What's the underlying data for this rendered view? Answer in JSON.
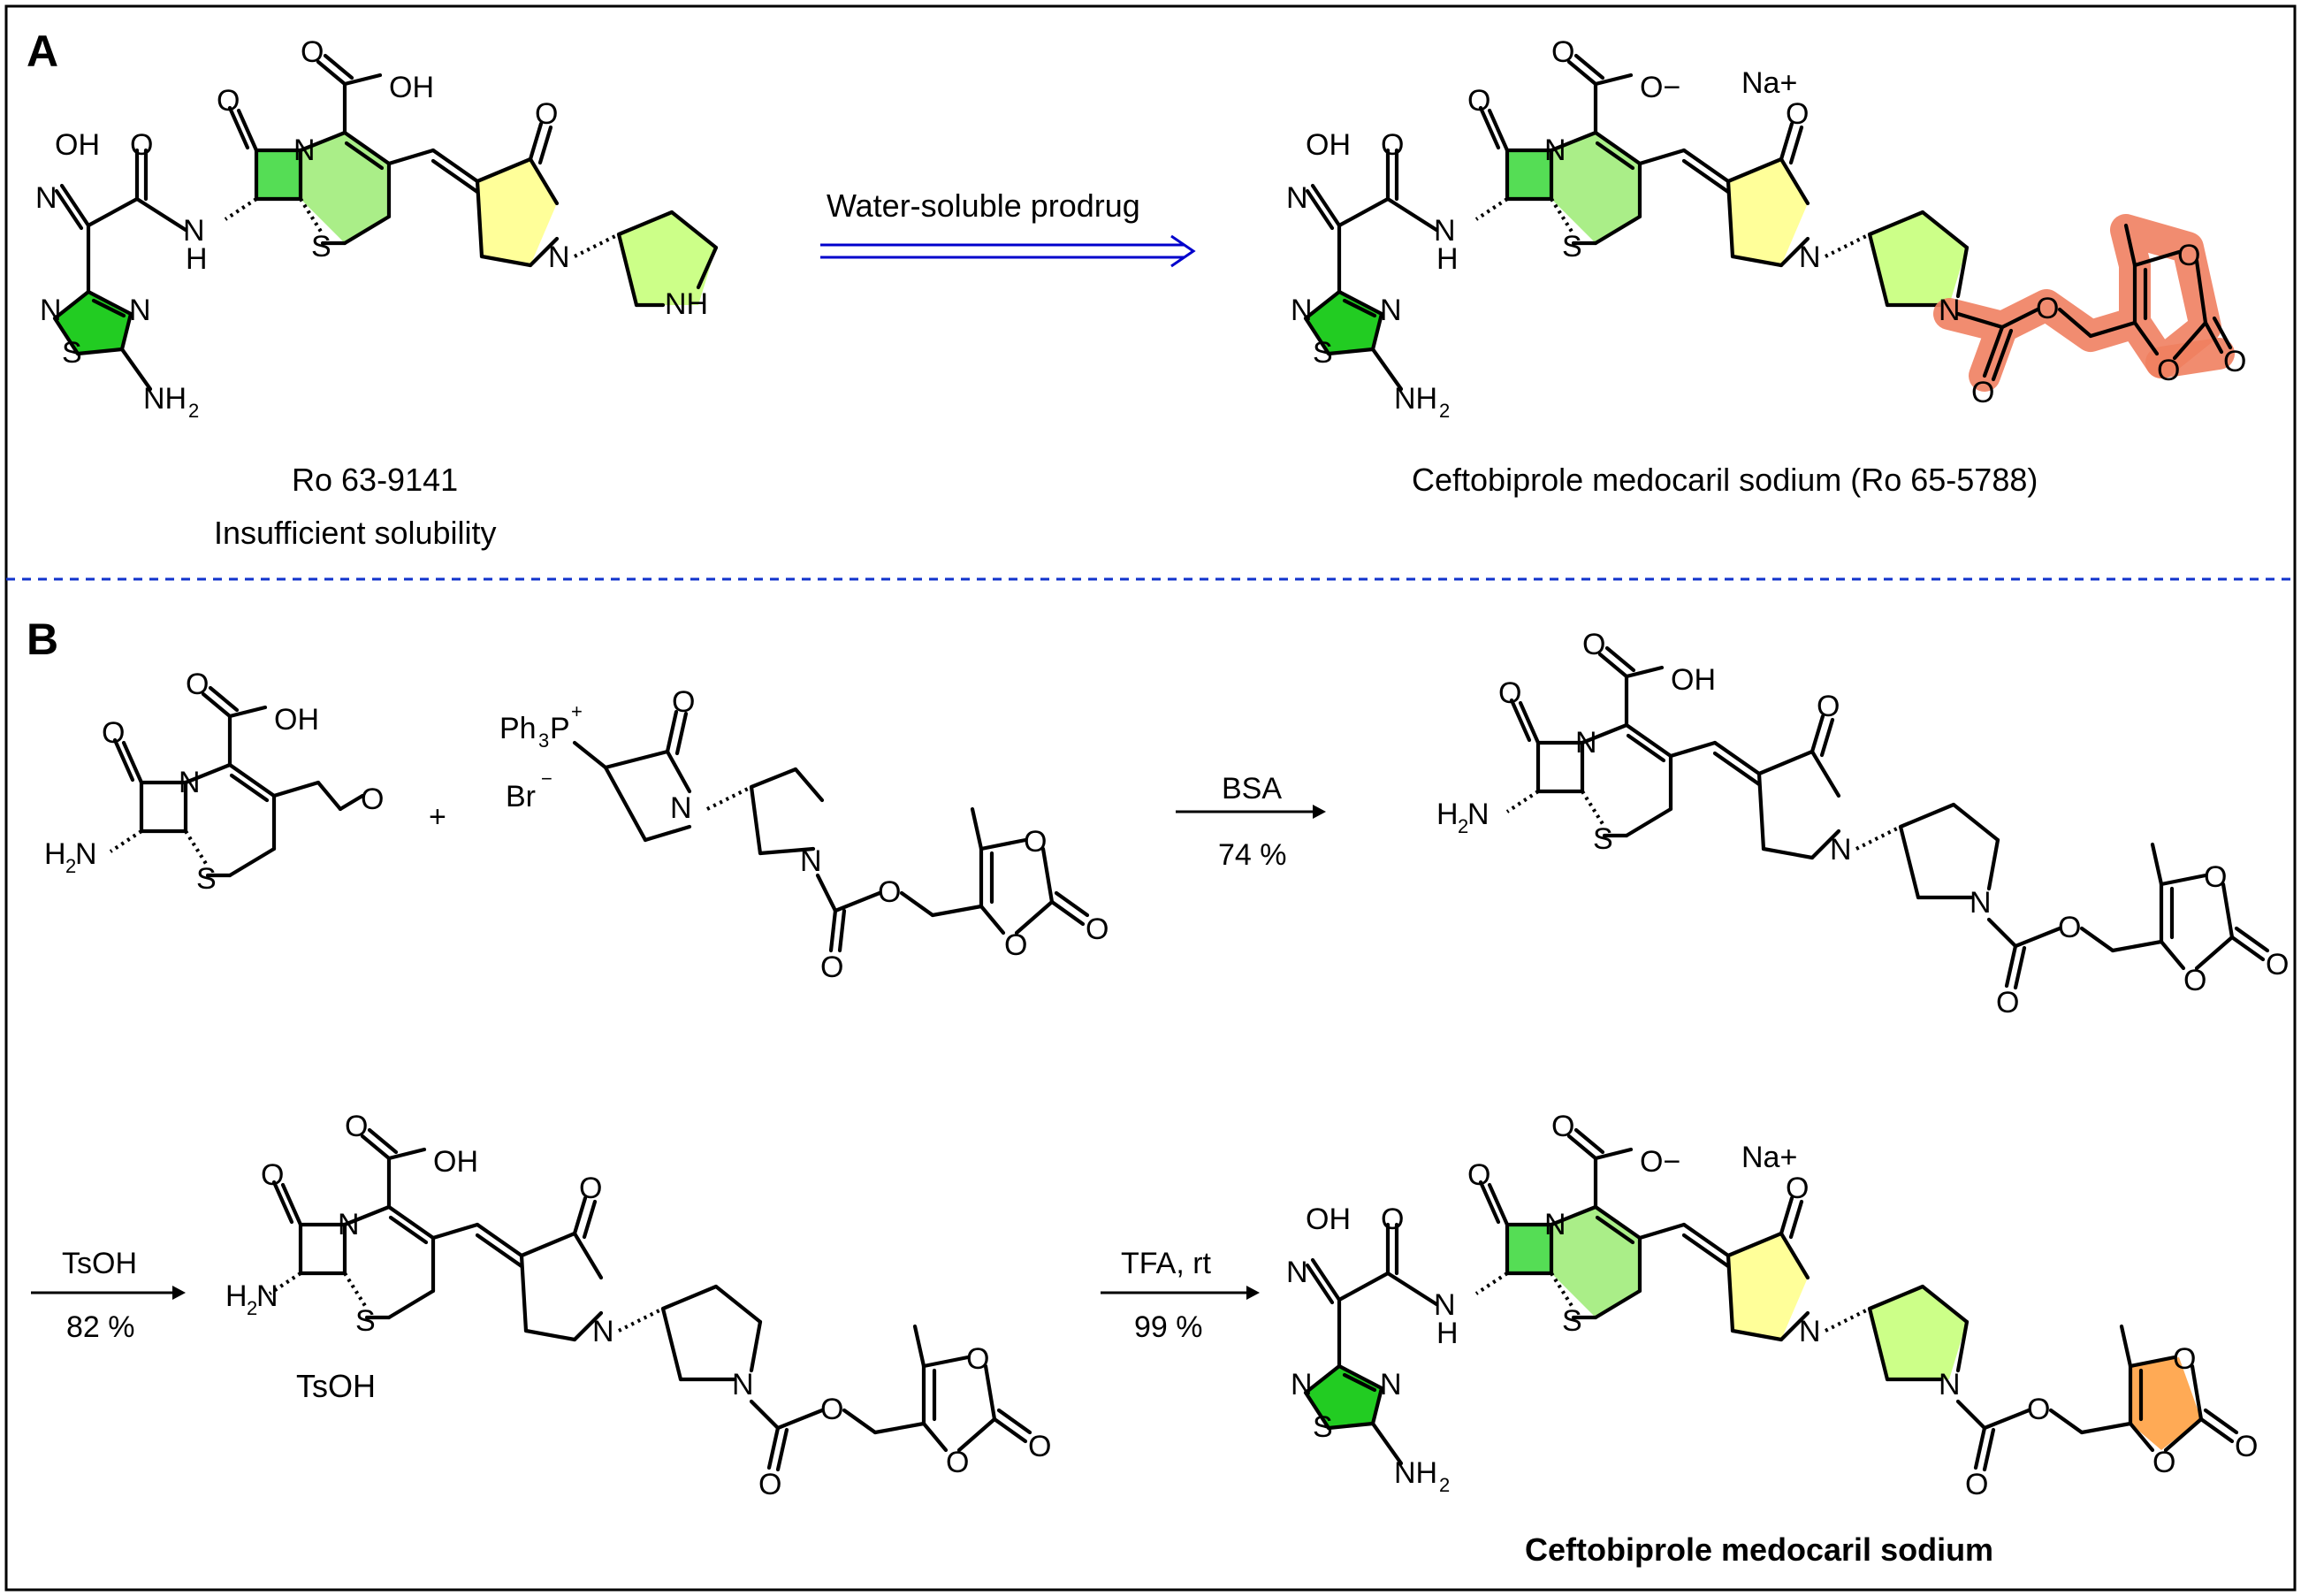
{
  "panels": {
    "a": {
      "letter": "A",
      "reactant_name": "Ro 63-9141",
      "reactant_note": "Insufficient solubility",
      "arrow_label": "Water-soluble prodrug",
      "product_name": "Ceftobiprole medocaril sodium (Ro 65-5788)"
    },
    "b": {
      "letter": "B",
      "plus": "+",
      "reagent_ylide_top": "Ph3P+",
      "reagent_ylide_counterion": "Br−",
      "step1_reagent": "BSA",
      "step1_yield": "74 %",
      "step2_reagent": "TsOH",
      "step2_yield": "82 %",
      "salt_label": "TsOH",
      "step3_reagent": "TFA, rt",
      "step3_yield": "99 %",
      "final_name": "Ceftobiprole medocaril sodium"
    }
  },
  "atoms": {
    "oh": "OH",
    "o": "O",
    "n": "N",
    "s": "S",
    "nh": "NH",
    "h": "H",
    "nh2": "NH2",
    "h2n": "H2N",
    "o_minus": "O−",
    "na_plus": "Na+"
  },
  "colors": {
    "thiadiazole": "#22cc22",
    "beta_lactam": "#55dd55",
    "dihydrothiazine": "#aaee88",
    "pyrrolidinone": "#ffff99",
    "pyrrolidine": "#ccff88",
    "prodrug_highlight": "#f08060",
    "dioxolone": "#ffaa55",
    "arrow_blue": "#0000cc",
    "label_red": "#ee0000",
    "divider_blue": "#1133cc"
  },
  "icons": {
    "reaction_arrow": "long-right-arrow",
    "double_arrow": "double-right-arrow"
  }
}
